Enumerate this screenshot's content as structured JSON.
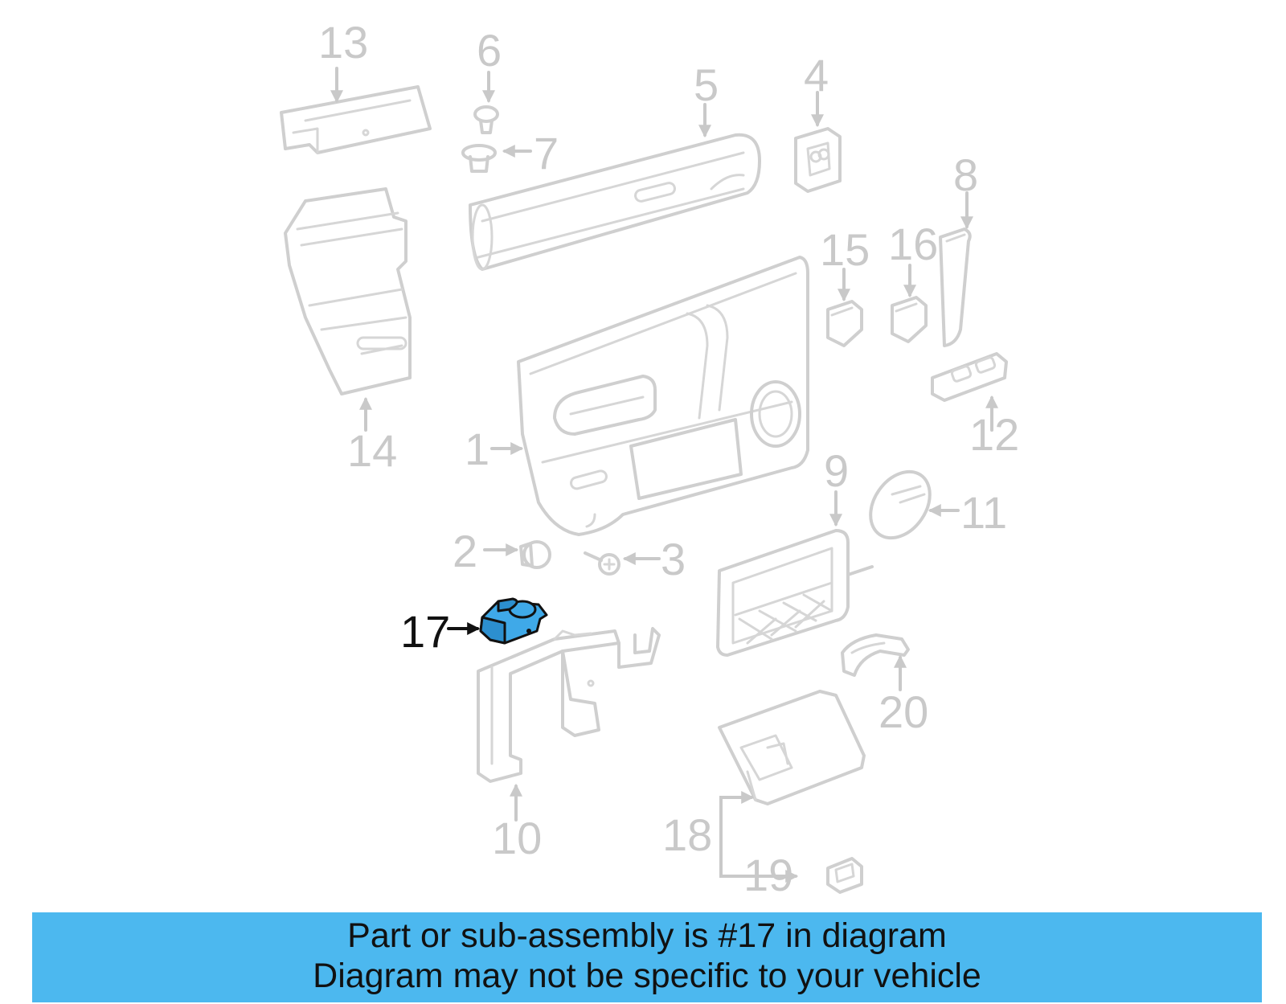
{
  "labels": {
    "p1": "1",
    "p2": "2",
    "p3": "3",
    "p4": "4",
    "p5": "5",
    "p6": "6",
    "p7": "7",
    "p8": "8",
    "p9": "9",
    "p10": "10",
    "p11": "11",
    "p12": "12",
    "p13": "13",
    "p14": "14",
    "p15": "15",
    "p16": "16",
    "p17": "17",
    "p18": "18",
    "p19": "19",
    "p20": "20"
  },
  "highlighted_part": "17",
  "colors": {
    "highlight": "#3fa9e8",
    "banner": "#4cb8ef",
    "inactive": "#c9c9c9"
  },
  "banner": {
    "line1": "Part or sub-assembly is #17 in diagram",
    "line2": "Diagram may not be specific to your vehicle"
  }
}
